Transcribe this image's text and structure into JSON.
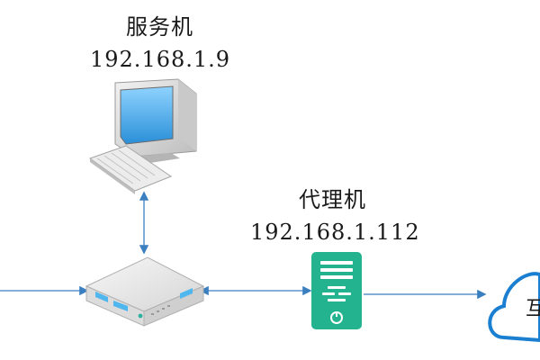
{
  "nodes": {
    "server": {
      "name": "服务机",
      "ip": "192.168.1.9"
    },
    "proxy": {
      "name": "代理机",
      "ip": "192.168.1.112"
    },
    "internet": {
      "name": "互"
    }
  },
  "colors": {
    "line": "#3a7fc0",
    "proxy": "#23b38f",
    "cloud": "#1a7fd0"
  }
}
